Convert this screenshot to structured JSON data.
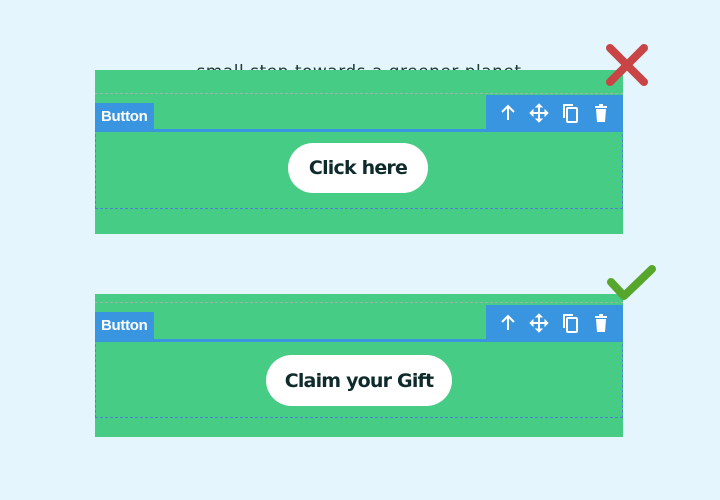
{
  "examples": [
    {
      "verdict": "incorrect",
      "verdict_icon": "x-mark",
      "verdict_color": "#c94545",
      "cut_text": "small step towards a greener planet",
      "block_label": "Button",
      "button_text": "Click here",
      "toolbar": [
        "move-up",
        "drag-move",
        "duplicate",
        "delete"
      ]
    },
    {
      "verdict": "correct",
      "verdict_icon": "check-mark",
      "verdict_color": "#55a62b",
      "block_label": "Button",
      "button_text": "Claim your Gift",
      "toolbar": [
        "move-up",
        "drag-move",
        "duplicate",
        "delete"
      ]
    }
  ],
  "colors": {
    "background": "#e4f5fd",
    "panel_green": "#46cc84",
    "editor_blue": "#3a95e0",
    "button_bg": "#ffffff",
    "button_text": "#0e2a2a"
  }
}
